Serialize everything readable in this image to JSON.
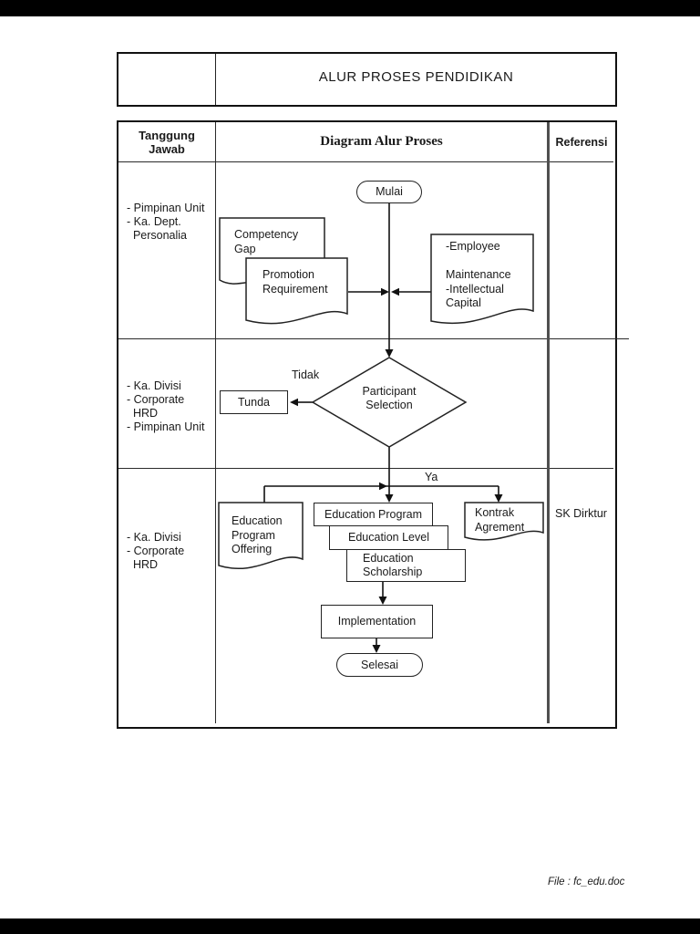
{
  "header_box": {
    "title": "ALUR PROSES PENDIDIKAN"
  },
  "process_table": {
    "columns": {
      "responsibility": "Tanggung Jawab",
      "diagram": "Diagram Alur Proses",
      "reference": "Referensi"
    },
    "rows": [
      {
        "responsibility": "- Pimpinan Unit\n- Ka. Dept.\n  Personalia",
        "reference": ""
      },
      {
        "responsibility": "- Ka. Divisi\n- Corporate\n  HRD\n- Pimpinan Unit",
        "reference": ""
      },
      {
        "responsibility": "- Ka. Divisi\n- Corporate\n  HRD",
        "reference": "SK Dirktur"
      }
    ]
  },
  "flowchart": {
    "start_label": "Mulai",
    "doc_competency_gap": "Competency\nGap",
    "doc_promotion_requirement": "Promotion\nRequirement",
    "doc_employee": "-Employee\n\nMaintenance\n-Intellectual\nCapital",
    "decision_label": "Participant\nSelection",
    "branch_no": "Tidak",
    "branch_yes": "Ya",
    "step_tunda": "Tunda",
    "doc_education_program_offering": "Education\nProgram\nOffering",
    "step_education_program": "Education Program",
    "step_education_level": "Education Level",
    "step_education_scholarship": "Education\nScholarship",
    "doc_kontrak_agrement": "Kontrak\nAgrement",
    "step_implementation": "Implementation",
    "end_label": "Selesai"
  },
  "footer": {
    "file_note": "File : fc_edu.doc"
  },
  "colors": {
    "line": "#1a1a1a",
    "thick_divider": "#4f4f4f",
    "background": "#ffffff",
    "letterbox": "#000000"
  }
}
